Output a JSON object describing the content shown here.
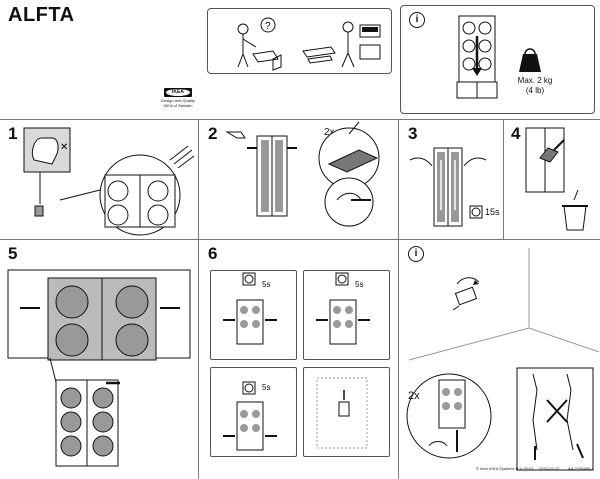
{
  "document": {
    "title": "ALFTA",
    "logo": {
      "brand": "IKEA",
      "tagline_line1": "Design and Quality",
      "tagline_line2": "IKEA of Sweden"
    }
  },
  "info_panel": {
    "info_symbol": "i",
    "max_weight_line1": "Max. 2 kg",
    "max_weight_line2": "(4 lb)"
  },
  "steps": [
    {
      "number": "1"
    },
    {
      "number": "2",
      "repeat": "2x"
    },
    {
      "number": "3",
      "time": "15s"
    },
    {
      "number": "4"
    },
    {
      "number": "5"
    },
    {
      "number": "6",
      "times": [
        "5s",
        "5s",
        "5s"
      ]
    }
  ],
  "removal_panel": {
    "info_symbol": "i",
    "repeat": "2x"
  },
  "footer": {
    "copyright": "© Inter IKEA Systems B.V. 2019",
    "date_code": "2020-02-12",
    "article_code": "AA-2196496-2"
  },
  "colors": {
    "line": "#111111",
    "fill_gray": "#999999",
    "light_gray": "#d9d9d9"
  }
}
